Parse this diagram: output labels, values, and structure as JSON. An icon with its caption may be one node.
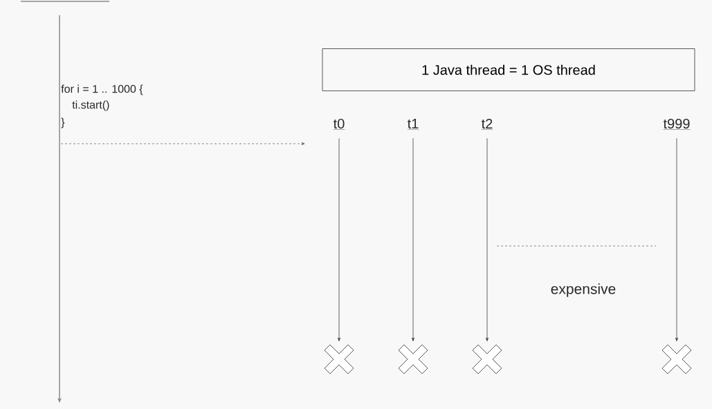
{
  "diagram": {
    "nodes": [
      {
        "text": [
          "1 Java thread = 1 OS thread"
        ]
      },
      {
        "text": [
          "t0"
        ]
      },
      {
        "text": [
          "t1"
        ]
      },
      {
        "text": [
          "t2"
        ]
      },
      {
        "text": [
          "t999"
        ]
      },
      {
        "text": [],
        "shape": "cross"
      },
      {
        "text": [],
        "shape": "cross"
      },
      {
        "text": [],
        "shape": "cross"
      },
      {
        "text": [],
        "shape": "cross"
      }
    ],
    "edges": [
      {
        "from": 1,
        "to": 5,
        "arrow": "to"
      },
      {
        "from": 2,
        "to": 6,
        "arrow": "to"
      },
      {
        "from": 3,
        "to": 7,
        "arrow": "to"
      },
      {
        "from": 4,
        "to": 8,
        "arrow": "to"
      }
    ],
    "labels": [
      "for i = 1 .. 1000 {",
      "ti.start()",
      "}",
      "expensive"
    ]
  }
}
